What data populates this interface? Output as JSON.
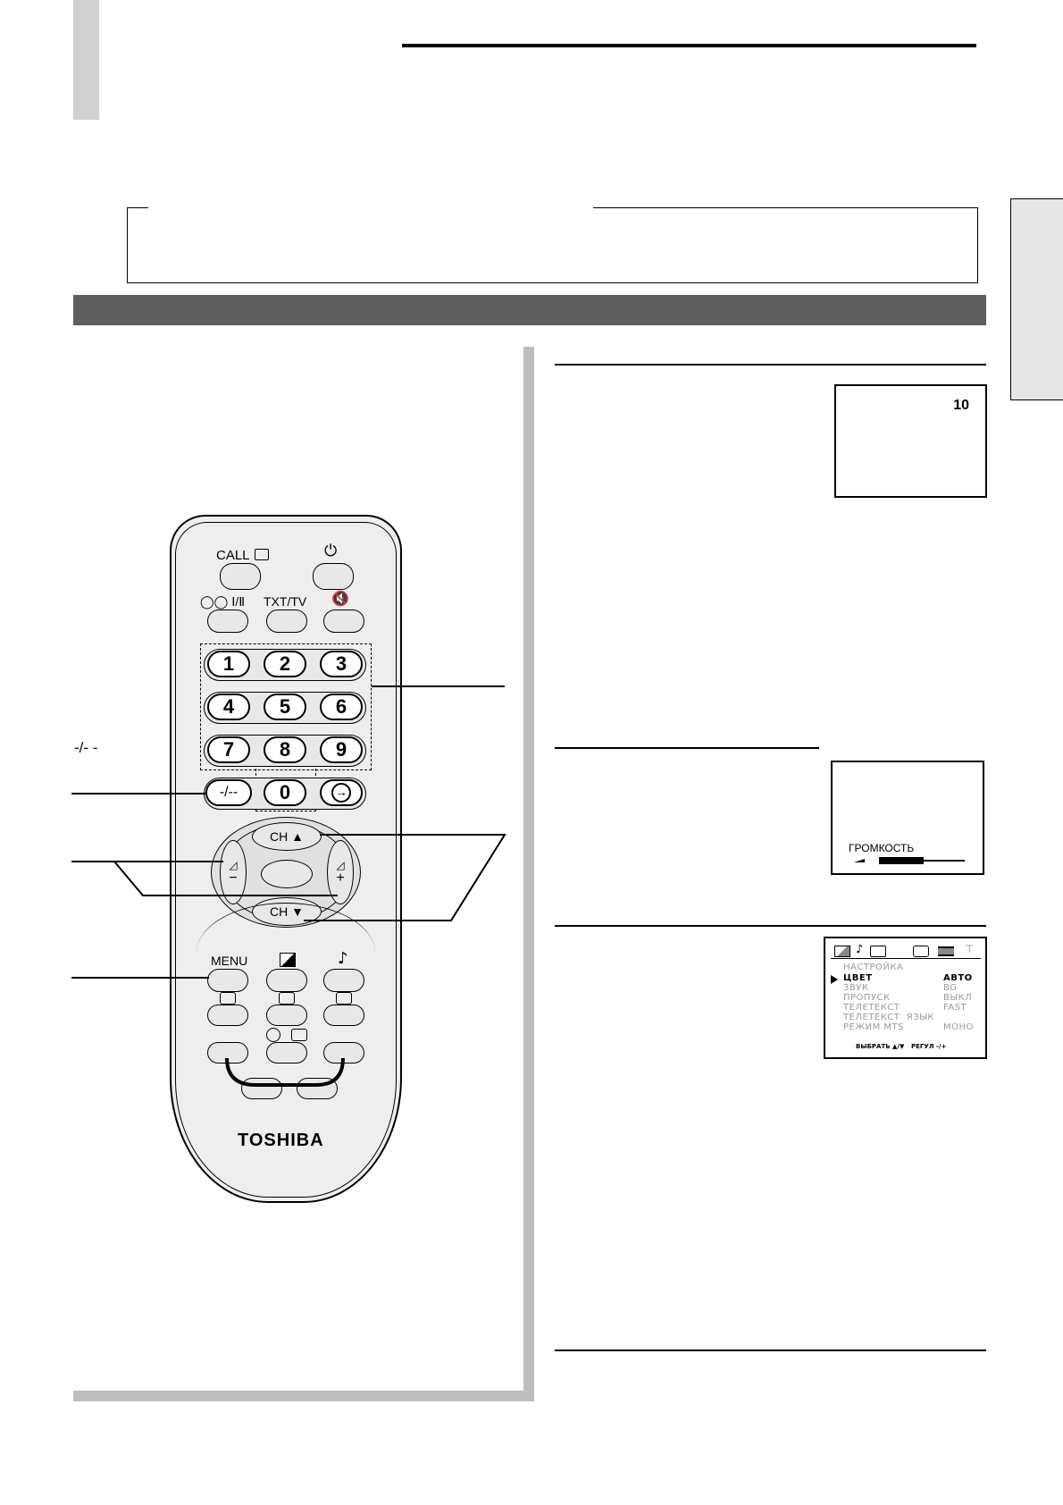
{
  "remote": {
    "brand": "TOSHIBA",
    "call_label": "CALL",
    "power_symbol": "⏻",
    "sound_label": "Ⅰ/Ⅱ",
    "txt_tv_label": "TXT/TV",
    "mute_symbol": "🔇",
    "digits": [
      "1",
      "2",
      "3",
      "4",
      "5",
      "6",
      "7",
      "8",
      "9"
    ],
    "zero": "0",
    "dash_label": "-/--",
    "ch_up_label": "CH ▲",
    "ch_down_label": "CH ▼",
    "vol_minus": "−",
    "vol_plus": "+",
    "menu_label": "MENU",
    "note_symbol": "♪"
  },
  "side_label": "-/- -",
  "osd_channel": {
    "number": "10"
  },
  "osd_volume": {
    "label": "ГРОМКОСТЬ"
  },
  "osd_menu": {
    "rows": [
      {
        "label": "НАСТРОЙКА",
        "value": ""
      },
      {
        "label": "ЦВЕТ",
        "value": "АВТО"
      },
      {
        "label": "ЗВУК",
        "value": "BG"
      },
      {
        "label": "ПРОПУСК",
        "value": "ВЫКЛ"
      },
      {
        "label": "ТЕЛЕТЕКСТ",
        "value": "FAST"
      },
      {
        "label": "ТЕЛЕТЕКСТ  ЯЗЫК",
        "value": ""
      },
      {
        "label": "РЕЖИМ MTS",
        "value": "МОНО"
      }
    ],
    "footer_select": "ВЫБРАТЬ ▲/▼",
    "footer_adjust": "РЕГУЛ -/+"
  },
  "colors": {
    "banner": "#5f5f5f",
    "frame_gray": "#bdbdbd",
    "tab_gray": "#e6e6e6"
  }
}
